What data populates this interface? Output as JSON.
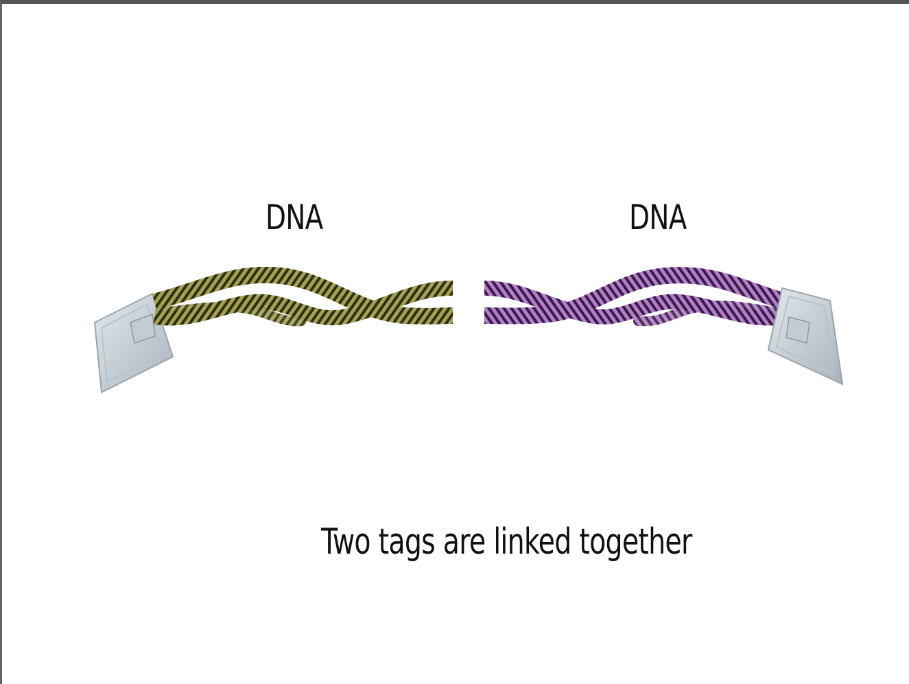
{
  "labels": {
    "left": "DNA",
    "right": "DNA"
  },
  "caption": "Two tags are linked together",
  "icons": {
    "left_tag": "tag-icon",
    "right_tag": "tag-icon"
  },
  "colors": {
    "left_strand": "#8a8a3a",
    "left_stripe": "#2e2e10",
    "right_strand": "#9a5fb0",
    "right_stripe": "#3a1848",
    "tag": "#c9d1d8"
  }
}
